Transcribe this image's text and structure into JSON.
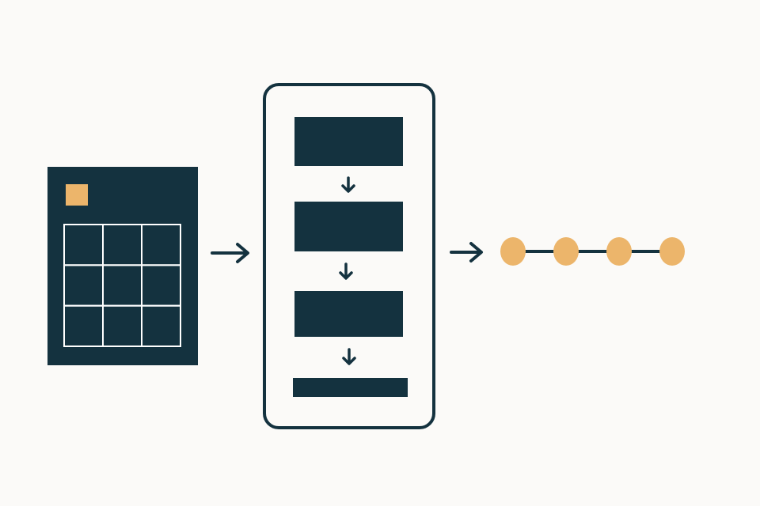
{
  "diagram": {
    "colors": {
      "background": "#fbfaf8",
      "ink": "#14323f",
      "accent": "#ecb56b",
      "grid_line": "#ffffff"
    },
    "nodes": [
      {
        "id": "input-grid",
        "shape": "grid-panel",
        "rows": 3,
        "columns": 3,
        "has_accent_square": true
      },
      {
        "id": "process-pipeline",
        "shape": "rounded-container",
        "stages": 4
      },
      {
        "id": "output-sequence",
        "shape": "dot-chain",
        "dot_count": 4
      }
    ],
    "edges": [
      {
        "from": "input-grid",
        "to": "process-pipeline"
      },
      {
        "from": "process-pipeline",
        "to": "output-sequence"
      }
    ],
    "icons": {
      "stage_arrow": "arrow-down-icon",
      "flow_arrow": "arrow-right-icon"
    }
  }
}
